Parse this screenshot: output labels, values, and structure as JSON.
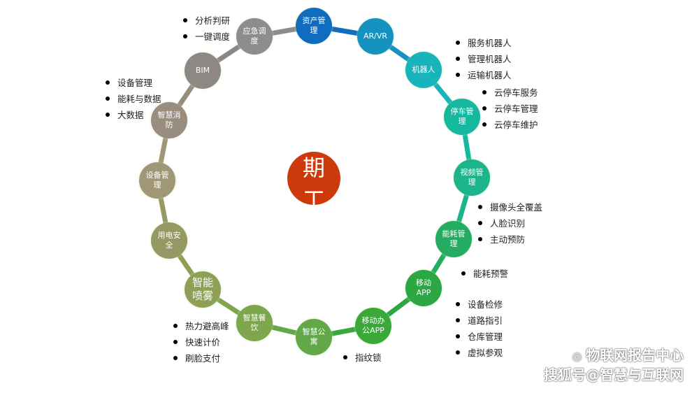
{
  "center": {
    "line1": "期",
    "line2": "工"
  },
  "nodes": [
    {
      "label": "资产管理",
      "color": "#0f6cbf"
    },
    {
      "label": "AR/VR",
      "color": "#1692c0"
    },
    {
      "label": "机器人",
      "color": "#17b5bb"
    },
    {
      "label": "停车管理",
      "color": "#16b8a0"
    },
    {
      "label": "视频管理",
      "color": "#1cb48a"
    },
    {
      "label": "能耗管理",
      "color": "#24ad60"
    },
    {
      "label": "移动APP",
      "color": "#2ca744"
    },
    {
      "label": "移动办公APP",
      "color": "#3aa93a"
    },
    {
      "label": "智慧公寓",
      "color": "#62a748"
    },
    {
      "label": "智慧餐饮",
      "color": "#7ea64c"
    },
    {
      "label": "智能喷雾",
      "color": "#8f9f55"
    },
    {
      "label": "用电安全",
      "color": "#979964"
    },
    {
      "label": "设备管理",
      "color": "#a09776"
    },
    {
      "label": "智慧消防",
      "color": "#998d80"
    },
    {
      "label": "BIM",
      "color": "#8d8884"
    },
    {
      "label": "应急调度",
      "color": "#8d8d8d"
    }
  ],
  "lists": {
    "emergency": [
      "分析判研",
      "一键调度"
    ],
    "bim": [
      "设备管理",
      "能耗与数据",
      "大数据"
    ],
    "robot": [
      "服务机器人",
      "管理机器人",
      "运输机器人"
    ],
    "parking": [
      "云停车服务",
      "云停车管理",
      "云停车维护"
    ],
    "video": [
      "摄像头全覆盖",
      "人脸识别",
      "主动预防"
    ],
    "energy": [
      "能耗预警"
    ],
    "app": [
      "设备检修",
      "道路指引",
      "仓库管理",
      "虚拟参观"
    ],
    "apartment": [
      "指纹锁"
    ],
    "dining": [
      "热力避高峰",
      "快速计价",
      "刷脸支付"
    ]
  },
  "watermark": {
    "line1": "物联网报告中心",
    "line2": "搜狐号@智慧与互联网"
  }
}
